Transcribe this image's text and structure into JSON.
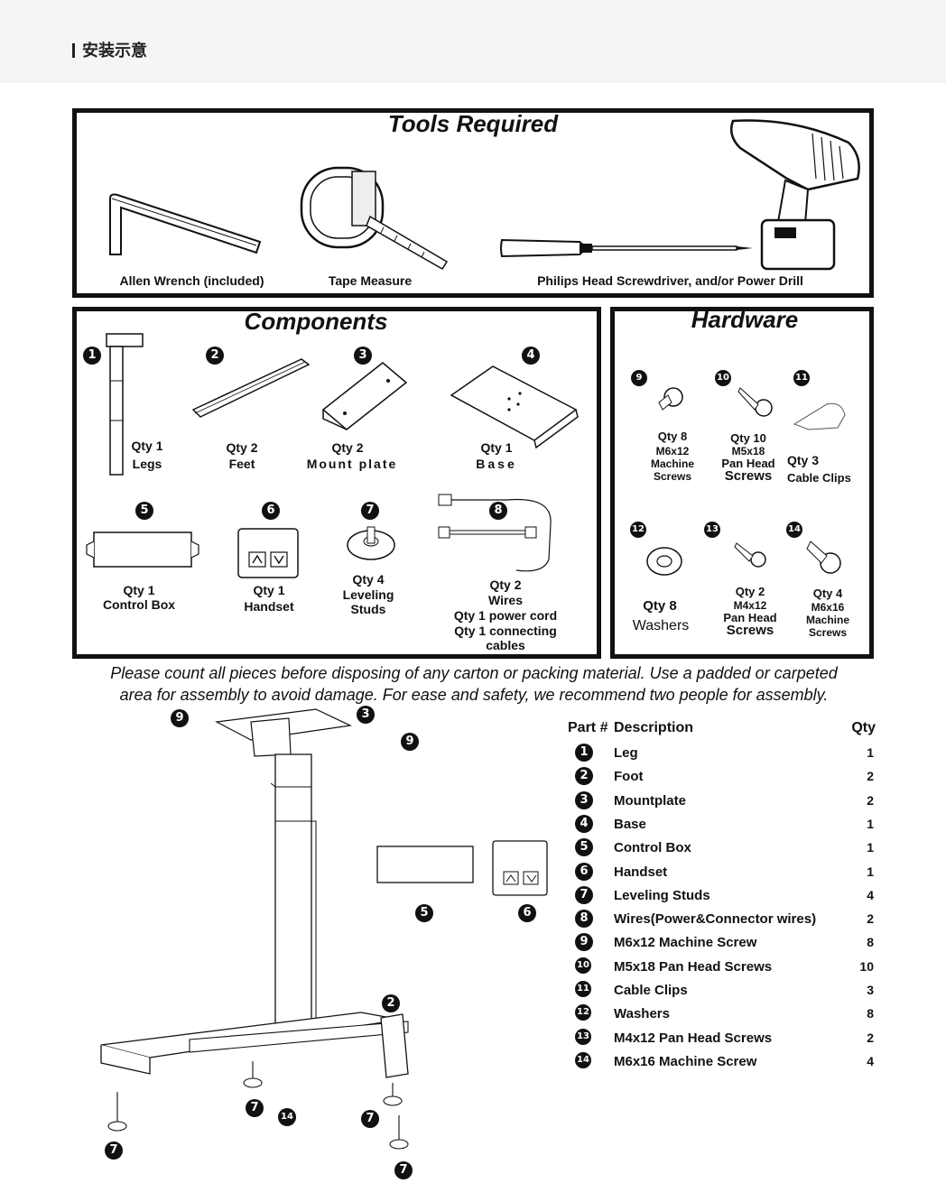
{
  "header": {
    "title": "安装示意"
  },
  "tools": {
    "title": "Tools Required",
    "items": [
      {
        "label": "Allen Wrench (included)",
        "icon": "allen-wrench-icon"
      },
      {
        "label": "Tape Measure",
        "icon": "tape-measure-icon"
      },
      {
        "label": "Philips Head Screwdriver, and/or Power Drill",
        "icon": "screwdriver-drill-icon"
      }
    ]
  },
  "components": {
    "title": "Components",
    "items": [
      {
        "num": "1",
        "qty": "Qty 1",
        "name": "Legs"
      },
      {
        "num": "2",
        "qty": "Qty 2",
        "name": "Feet"
      },
      {
        "num": "3",
        "qty": "Qty 2",
        "name": "Mount plate"
      },
      {
        "num": "4",
        "qty": "Qty   1",
        "name": "Base"
      },
      {
        "num": "5",
        "qty": "Qty 1",
        "name": "Control Box"
      },
      {
        "num": "6",
        "qty": "Qty 1",
        "name": "Handset"
      },
      {
        "num": "7",
        "qty": "Qty 4",
        "name": "Leveling Studs"
      },
      {
        "num": "8",
        "qty": "Qty  2",
        "name": "Wires",
        "extra1": "Qty 1 power cord",
        "extra2": "Qty 1 connecting",
        "extra3": "cables"
      }
    ]
  },
  "hardware": {
    "title": "Hardware",
    "items": [
      {
        "num": "9",
        "qty": "Qty   8",
        "l1": "M6x12",
        "l2": "Machine",
        "l3": "Screws"
      },
      {
        "num": "10",
        "qty": "Qty  10",
        "l1": "M5x18",
        "l2": "Pan Head",
        "l3": "Screws"
      },
      {
        "num": "11",
        "qty": "Qty  3",
        "l1": "Cable Clips"
      },
      {
        "num": "12",
        "qty": "Qty   8",
        "l1": "Washers"
      },
      {
        "num": "13",
        "qty": "Qty    2",
        "l1": "M4x12",
        "l2": "Pan Head",
        "l3": "Screws"
      },
      {
        "num": "14",
        "qty": "Qty   4",
        "l1": "M6x16",
        "l2": "Machine",
        "l3": "Screws"
      }
    ]
  },
  "note": {
    "line1": "Please count all pieces before disposing of any carton or packing material. Use a padded or carpeted",
    "line2": "area for assembly to avoid damage. For ease and safety, we recommend two people for assembly."
  },
  "diagram": {
    "callouts": [
      "9",
      "3",
      "9",
      "5",
      "6",
      "2",
      "7",
      "14",
      "7",
      "7",
      "7"
    ]
  },
  "parts_list": {
    "headers": {
      "part": "Part #",
      "description": "Description",
      "qty": "Qty"
    },
    "rows": [
      {
        "num": "1",
        "desc": "Leg",
        "qty": "1"
      },
      {
        "num": "2",
        "desc": "Foot",
        "qty": "2"
      },
      {
        "num": "3",
        "desc": "Mountplate",
        "qty": "2"
      },
      {
        "num": "4",
        "desc": "Base",
        "qty": "1"
      },
      {
        "num": "5",
        "desc": "Control Box",
        "qty": "1"
      },
      {
        "num": "6",
        "desc": "Handset",
        "qty": "1"
      },
      {
        "num": "7",
        "desc": "Leveling Studs",
        "qty": "4"
      },
      {
        "num": "8",
        "desc": "Wires(Power&Connector wires)",
        "qty": "2"
      },
      {
        "num": "9",
        "desc": "M6x12 Machine Screw",
        "qty": "8"
      },
      {
        "num": "10",
        "desc": "M5x18 Pan Head Screws",
        "qty": "10"
      },
      {
        "num": "11",
        "desc": "Cable Clips",
        "qty": "3"
      },
      {
        "num": "12",
        "desc": "Washers",
        "qty": "8"
      },
      {
        "num": "13",
        "desc": "M4x12 Pan Head Screws",
        "qty": "2"
      },
      {
        "num": "14",
        "desc": "M6x16 Machine Screw",
        "qty": "4"
      }
    ]
  }
}
